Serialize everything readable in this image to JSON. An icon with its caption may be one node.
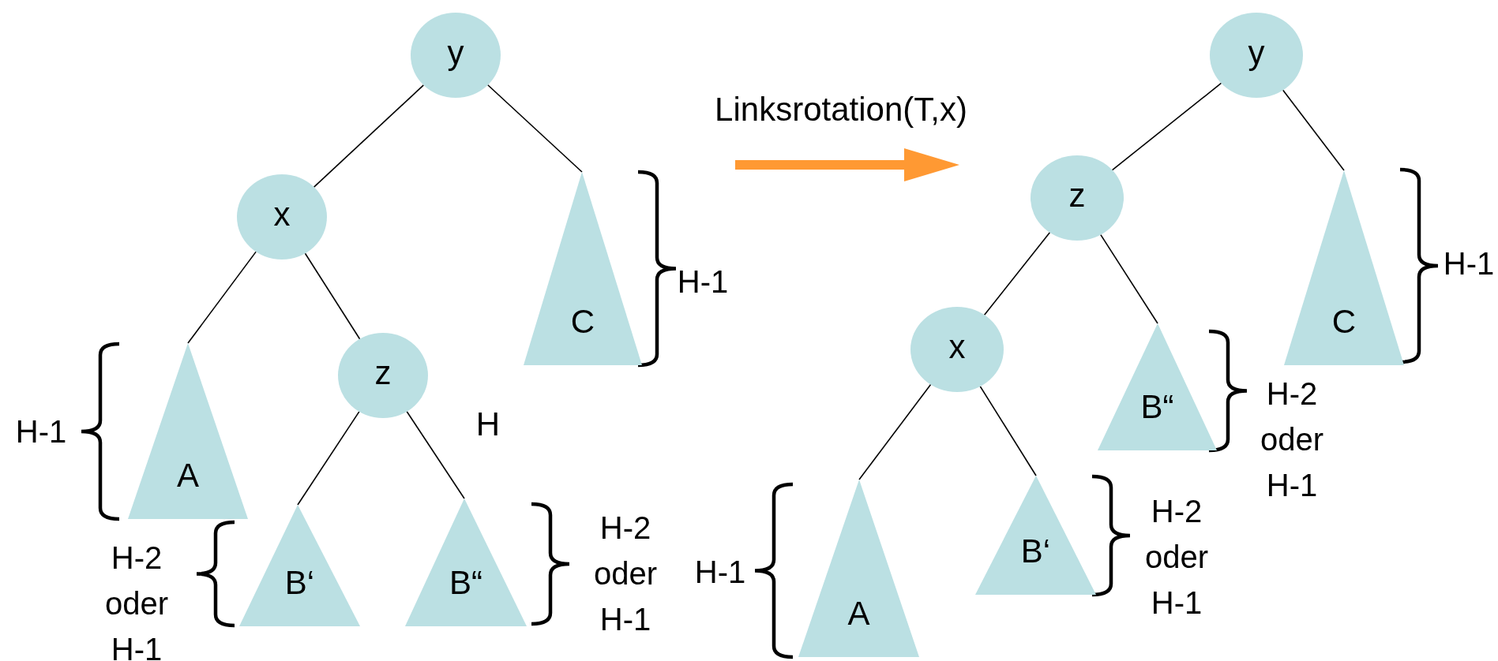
{
  "diagram": {
    "nodes": [
      {
        "text": [
          "y"
        ]
      },
      {
        "text": [
          "x"
        ]
      },
      {
        "text": [
          "z"
        ]
      },
      {
        "text": [
          "A"
        ]
      },
      {
        "text": [
          "B‘"
        ]
      },
      {
        "text": [
          "B“"
        ]
      },
      {
        "text": [
          "C"
        ]
      },
      {
        "text": [
          "y"
        ]
      },
      {
        "text": [
          "z"
        ]
      },
      {
        "text": [
          "x"
        ]
      },
      {
        "text": [
          "A"
        ]
      },
      {
        "text": [
          "B‘"
        ]
      },
      {
        "text": [
          "B“"
        ]
      },
      {
        "text": [
          "C"
        ]
      }
    ],
    "edges": [
      {
        "from": 0,
        "to": 1,
        "arrow": "none"
      },
      {
        "from": 0,
        "to": 6,
        "arrow": "none"
      },
      {
        "from": 1,
        "to": 3,
        "arrow": "none"
      },
      {
        "from": 1,
        "to": 2,
        "arrow": "none"
      },
      {
        "from": 2,
        "to": 4,
        "arrow": "none"
      },
      {
        "from": 2,
        "to": 5,
        "arrow": "none"
      },
      {
        "from": 7,
        "to": 8,
        "arrow": "none"
      },
      {
        "from": 7,
        "to": 13,
        "arrow": "none"
      },
      {
        "from": 8,
        "to": 9,
        "arrow": "none"
      },
      {
        "from": 8,
        "to": 12,
        "arrow": "none"
      },
      {
        "from": 9,
        "to": 10,
        "arrow": "none"
      },
      {
        "from": 9,
        "to": 11,
        "arrow": "none"
      }
    ],
    "labels": [
      "Linksrotation(T,x)",
      "H-1",
      "H-1",
      "H",
      "H-1",
      "H-2 oder H-1",
      "H-2 oder H-1",
      "H-1",
      "H-2 oder H-1",
      "H-2 oder H-1"
    ]
  }
}
